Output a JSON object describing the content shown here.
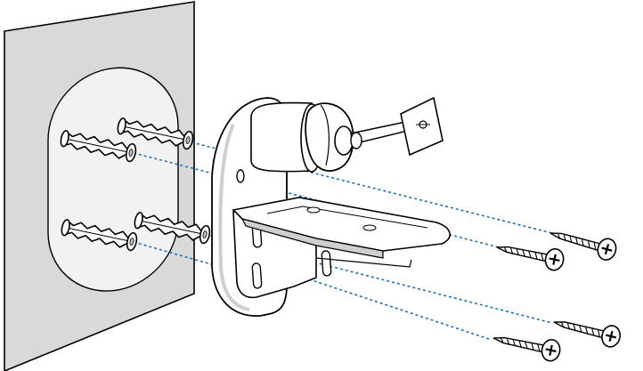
{
  "diagram": {
    "kind": "exploded-view mounting instruction",
    "text_labels": [],
    "parts": {
      "wall": "wall-plate",
      "anchors": [
        "wall-anchor-top-right",
        "wall-anchor-top-left",
        "wall-anchor-bottom-left",
        "wall-anchor-bottom-right"
      ],
      "bracket": "mounting-bracket",
      "knob": "adjustment-knob",
      "spindle": "threaded-spindle",
      "nut_plate": "square-nut-plate",
      "screws": [
        "wood-screw-1",
        "wood-screw-2",
        "wood-screw-3",
        "wood-screw-4"
      ]
    },
    "colors": {
      "wall_fill": "#d9d9d9",
      "recess_fill": "#f2f2f2",
      "line": "#000000",
      "guide_line": "#1f6fb5",
      "part_fill": "#ffffff",
      "shadow": "#cfcfcf"
    }
  }
}
